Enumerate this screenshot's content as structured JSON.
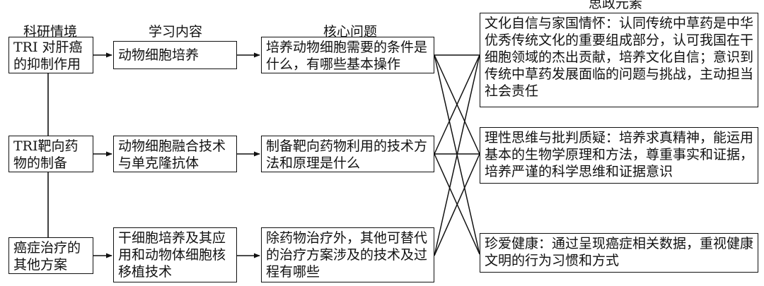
{
  "headers": {
    "col1": "科研情境",
    "col2": "学习内容",
    "col3": "核心问题",
    "col4": "思政元素"
  },
  "contexts": [
    {
      "text": "TRI 对肝癌的抑制作用"
    },
    {
      "text": "TRI靶向药物的制备"
    },
    {
      "text": "癌症治疗的其他方案"
    }
  ],
  "contents": [
    {
      "text": "动物细胞培养"
    },
    {
      "text": "动物细胞融合技术与单克隆抗体"
    },
    {
      "text": "干细胞培养及其应用和动物体细胞核移植技术"
    }
  ],
  "questions": [
    {
      "text": "培养动物细胞需要的条件是什么，有哪些基本操作"
    },
    {
      "text": "制备靶向药物利用的技术方法和原理是什么"
    },
    {
      "text": "除药物治疗外，其他可替代的治疗方案涉及的技术及过程有哪些"
    }
  ],
  "elements": [
    {
      "text": "文化自信与家国情怀：认同传统中草药是中华优秀传统文化的重要组成部分，认可我国在干细胞领域的杰出贡献，培养文化自信；意识到传统中草药发展面临的问题与挑战，主动担当社会责任"
    },
    {
      "text": "理性思维与批判质疑：培养求真精神，能运用基本的生物学原理和方法，尊重事实和证据，培养严谨的科学思维和证据意识"
    },
    {
      "text": "珍爱健康：通过呈现癌症相关数据，重视健康文明的行为习惯和方式"
    }
  ]
}
